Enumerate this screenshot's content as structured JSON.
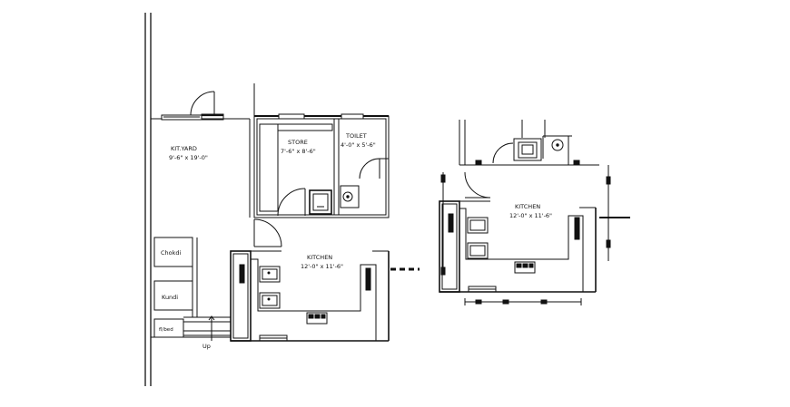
{
  "plan_left": {
    "kit_yard_label": "KIT.YARD",
    "kit_yard_dim": "9'-6\" x 19'-0\"",
    "store_label": "STORE",
    "store_dim": "7'-6\" x 8'-6\"",
    "toilet_label": "TOILET",
    "toilet_dim": "4'-0\" x 5'-6\"",
    "kitchen_label": "KITCHEN",
    "kitchen_dim": "12'-0\" x 11'-6\"",
    "chokdi_label": "Chokdi",
    "kundi_label": "Kundi",
    "flbed_label": "fl/bed",
    "up_label": "Up"
  },
  "plan_right": {
    "kitchen_label": "KITCHEN",
    "kitchen_dim": "12'-0\" x 11'-6\""
  },
  "colors": {
    "line": "#111111",
    "background": "#ffffff"
  }
}
